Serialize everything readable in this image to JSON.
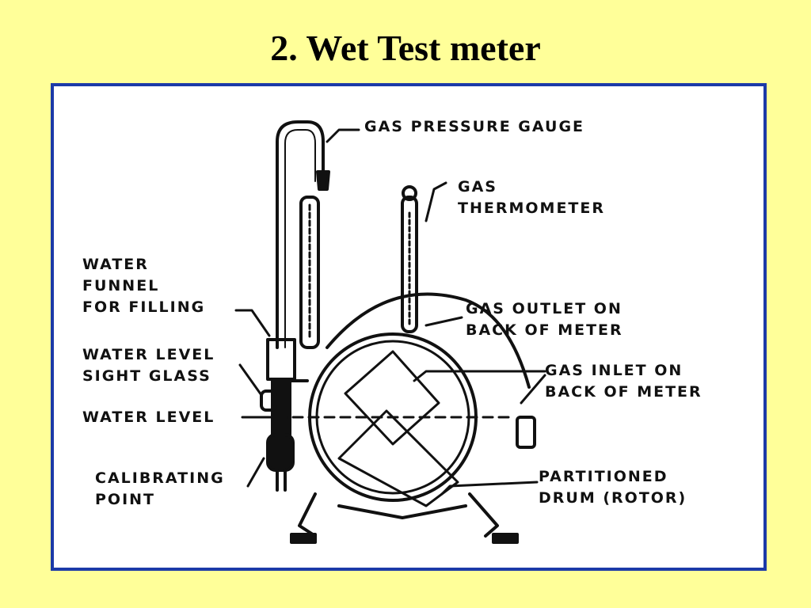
{
  "slide": {
    "title": "2. Wet Test meter"
  },
  "labels": {
    "gas_pressure_gauge": "GAS  PRESSURE GAUGE",
    "gas_thermometer": [
      "GAS",
      "THERMOMETER"
    ],
    "water_funnel": [
      "WATER",
      "FUNNEL",
      "FOR FILLING"
    ],
    "water_level_sight_glass": [
      "WATER LEVEL",
      "SIGHT GLASS"
    ],
    "water_level": "WATER LEVEL",
    "calibrating_point": [
      "CALIBRATING",
      "POINT"
    ],
    "gas_outlet": [
      "GAS OUTLET ON",
      "BACK OF METER"
    ],
    "gas_inlet": [
      "GAS INLET ON",
      "BACK OF METER"
    ],
    "partitioned_drum": [
      "PARTITIONED",
      "DRUM (ROTOR)"
    ]
  },
  "colors": {
    "background": "#ffff99",
    "frame_border": "#1c3aa8",
    "ink": "#111111"
  }
}
